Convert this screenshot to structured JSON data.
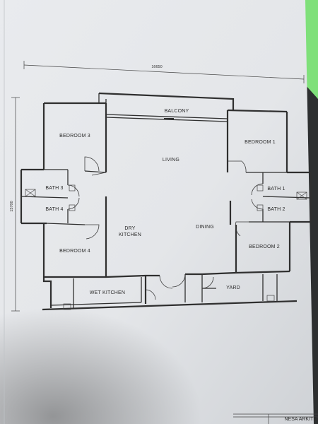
{
  "plan": {
    "rooms": {
      "balcony": "BALCONY",
      "living": "LIVING",
      "bedroom1": "BEDROOM 1",
      "bedroom2": "BEDROOM 2",
      "bedroom3": "BEDROOM 3",
      "bedroom4": "BEDROOM 4",
      "bath1": "BATH 1",
      "bath2": "BATH 2",
      "bath3": "BATH 3",
      "bath4": "BATH 4",
      "dry": "DRY",
      "kitchen": "KITCHEN",
      "dining": "DINING",
      "wet_kitchen": "WET KITCHEN",
      "yard": "YARD"
    },
    "dimensions": {
      "width": "16650",
      "height": "15700"
    },
    "footer": "NESA ARKITE"
  },
  "colors": {
    "paper": "#eceef0",
    "ink": "#2f2f2f",
    "green_edge": "#7fe07a",
    "background": "#2d2f30"
  }
}
